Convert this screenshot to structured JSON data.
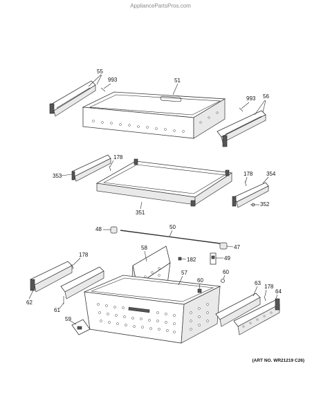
{
  "watermark": "AppliancePartsPros.com",
  "art_number": "(ART NO. WR21219 C26)",
  "callouts": {
    "c55": "55",
    "c993a": "993",
    "c51": "51",
    "c993b": "993",
    "c56": "56",
    "c178a": "178",
    "c353": "353",
    "c178b": "178",
    "c354": "354",
    "c352": "352",
    "c351": "351",
    "c48": "48",
    "c50": "50",
    "c47": "47",
    "c58": "58",
    "c182": "182",
    "c49": "49",
    "c178c": "178",
    "c57": "57",
    "c60a": "60",
    "c60b": "60",
    "c62": "62",
    "c61": "61",
    "c63": "63",
    "c178d": "178",
    "c64": "64",
    "c59": "59"
  }
}
